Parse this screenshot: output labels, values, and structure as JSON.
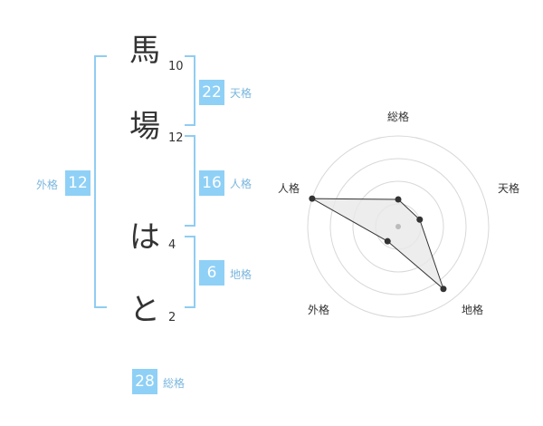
{
  "name": {
    "chars": [
      {
        "char": "馬",
        "strokes": "10"
      },
      {
        "char": "場",
        "strokes": "12"
      },
      {
        "char": "は",
        "strokes": "4"
      },
      {
        "char": "と",
        "strokes": "2"
      }
    ]
  },
  "fortune": {
    "tenkaku": {
      "value": "22",
      "label": "天格"
    },
    "jinkaku": {
      "value": "16",
      "label": "人格"
    },
    "chikaku": {
      "value": "6",
      "label": "地格"
    },
    "gaikaku": {
      "value": "12",
      "label": "外格"
    },
    "soukaku": {
      "value": "28",
      "label": "総格"
    }
  },
  "radar": {
    "axes": [
      "総格",
      "天格",
      "地格",
      "外格",
      "人格"
    ],
    "values": [
      0.3,
      0.25,
      0.85,
      0.2,
      1.0
    ],
    "rings": 4,
    "colors": {
      "ring": "#d8d8d8",
      "polygon_fill": "#e8e8e8",
      "polygon_stroke": "#333333",
      "point": "#333333",
      "center": "#bbbbbb"
    }
  },
  "colors": {
    "accent": "#8fd0f6",
    "bracket": "#8fcdf2",
    "label": "#7ab6de",
    "text": "#333333"
  }
}
